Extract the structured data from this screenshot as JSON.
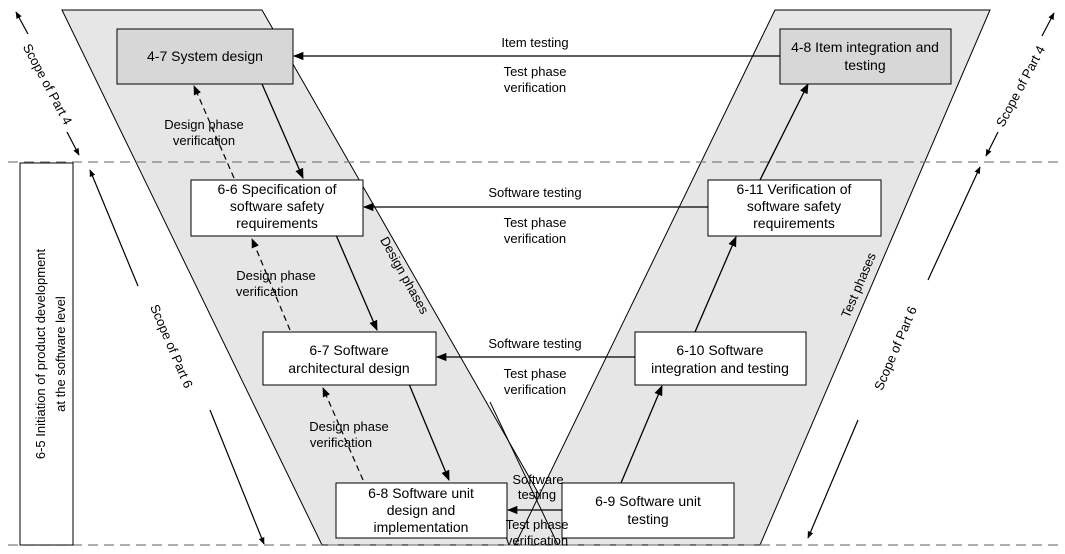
{
  "boxes": {
    "b47": [
      "4-7 System design"
    ],
    "b48": [
      "4-8 Item integration and",
      "testing"
    ],
    "b66": [
      "6-6 Specification of",
      "software safety",
      "requirements"
    ],
    "b611": [
      "6-11 Verification of",
      "software safety",
      "requirements"
    ],
    "b67": [
      "6-7 Software",
      "architectural design"
    ],
    "b610": [
      "6-10 Software",
      "integration and testing"
    ],
    "b68": [
      "6-8 Software unit",
      "design and",
      "implementation"
    ],
    "b69": [
      "6-9 Software unit",
      "testing"
    ]
  },
  "labels": {
    "item_testing": "Item testing",
    "test_phase": "Test phase",
    "verification": "verification",
    "design_phase": "Design phase",
    "software_testing": "Software testing",
    "software": "Software",
    "testing": "testing",
    "design_phases": "Design phases",
    "test_phases": "Test phases",
    "scope_part4": "Scope of Part 4",
    "scope_part6": "Scope of Part 6",
    "initiation_line1": "6-5 Initiation of product development",
    "initiation_line2": "at the software level"
  },
  "colors": {
    "band_fill": "#e6e6e6",
    "box_dark": "#d7d7d7",
    "box_light": "#ffffff",
    "line": "#000000",
    "dashed": "#808080"
  }
}
